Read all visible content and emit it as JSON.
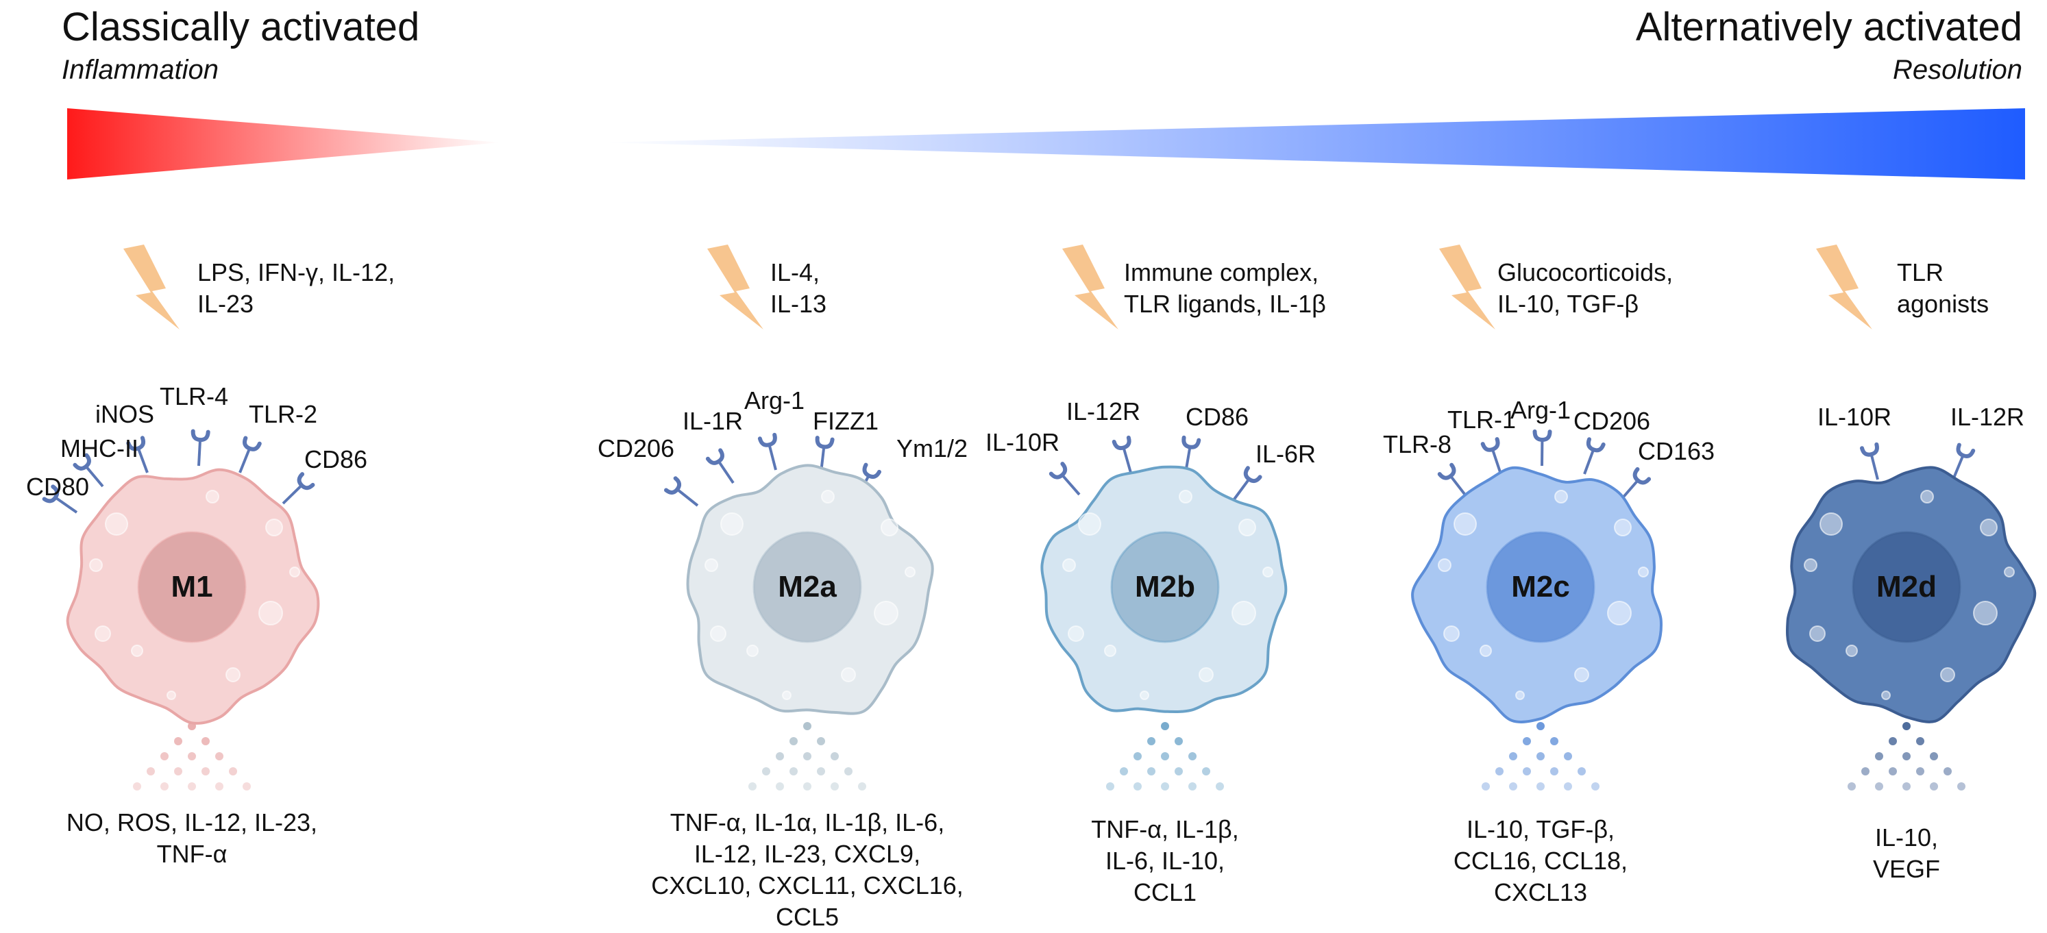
{
  "header": {
    "left_title": "Classically activated",
    "left_subtitle": "Inflammation",
    "right_title": "Alternatively activated",
    "right_subtitle": "Resolution"
  },
  "colors": {
    "inflammation_red": "#ff1a1a",
    "resolution_blue": "#1f5cff",
    "lightning": "#f7c58f",
    "receptor": "#5b77b5"
  },
  "macrophages": [
    {
      "id": "m1",
      "label": "M1",
      "stimuli": [
        "LPS, IFN-γ, IL-12,",
        "IL-23"
      ],
      "receptors": [
        "CD80",
        "MHC-II",
        "iNOS",
        "TLR-4",
        "TLR-2",
        "CD86"
      ],
      "secretions": [
        "NO, ROS, IL-12, IL-23,",
        "TNF-α"
      ],
      "cell_color": "#f6d3d3",
      "cell_border": "#e8a6a6",
      "nucleus_color": "#dea8a8"
    },
    {
      "id": "m2a",
      "label": "M2a",
      "stimuli": [
        "IL-4,",
        "IL-13"
      ],
      "receptors": [
        "CD206",
        "IL-1R",
        "Arg-1",
        "FIZZ1",
        "Ym1/2"
      ],
      "secretions": [
        "TNF-α, IL-1α, IL-1β, IL-6,",
        "IL-12, IL-23, CXCL9,",
        "CXCL10, CXCL11, CXCL16,",
        "CCL5"
      ],
      "cell_color": "#e4eaee",
      "cell_border": "#a9bcc9",
      "nucleus_color": "#b9c6d1"
    },
    {
      "id": "m2b",
      "label": "M2b",
      "stimuli": [
        "Immune complex,",
        "TLR ligands, IL-1β"
      ],
      "receptors": [
        "IL-10R",
        "IL-12R",
        "CD86",
        "IL-6R"
      ],
      "secretions": [
        "TNF-α, IL-1β,",
        "IL-6, IL-10,",
        "CCL1"
      ],
      "cell_color": "#d5e5f1",
      "cell_border": "#6aa2c8",
      "nucleus_color": "#9dbcd4"
    },
    {
      "id": "m2c",
      "label": "M2c",
      "stimuli": [
        "Glucocorticoids,",
        "IL-10, TGF-β"
      ],
      "receptors": [
        "TLR-8",
        "TLR-1",
        "Arg-1",
        "CD206",
        "CD163"
      ],
      "secretions": [
        "IL-10, TGF-β,",
        "CCL16, CCL18,",
        "CXCL13"
      ],
      "cell_color": "#a9c7f2",
      "cell_border": "#5d8ed8",
      "nucleus_color": "#6c98dd"
    },
    {
      "id": "m2d",
      "label": "M2d",
      "stimuli": [
        "TLR",
        "agonists"
      ],
      "receptors": [
        "IL-10R",
        "IL-12R"
      ],
      "secretions": [
        "IL-10,",
        "VEGF"
      ],
      "cell_color": "#5b80b5",
      "cell_border": "#3c5d92",
      "nucleus_color": "#43669c"
    }
  ]
}
